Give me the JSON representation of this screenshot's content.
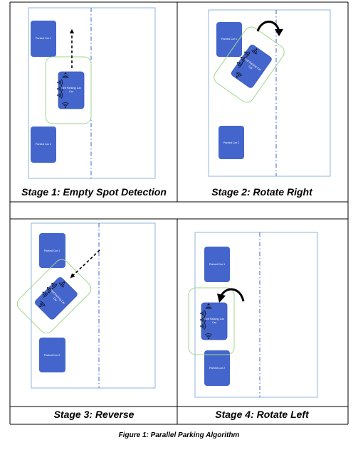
{
  "colors": {
    "car": "#4466cc",
    "car_border": "#3a5bbd",
    "lot_border": "#8fb4e0",
    "center_line": "#3a66cc",
    "detect_zone": "#9fd78a",
    "sensor": "#000000",
    "table_border": "#000000"
  },
  "stages": [
    {
      "label": "Stage 1: Empty Spot Detection",
      "parked_cars": [
        "Parked Car 1",
        "Parked Car 2"
      ],
      "self_car": "Self Parking Car",
      "arrow": "dashed-forward"
    },
    {
      "label": "Stage 2: Rotate Right",
      "parked_cars": [
        "Parked Car 1",
        "Parked Car 2"
      ],
      "self_car": "Self Parking Car",
      "arrow": "curved-right"
    },
    {
      "label": "Stage 3: Reverse",
      "parked_cars": [
        "Parked Car 1",
        "Parked Car 2"
      ],
      "self_car": "Self Parking Car",
      "arrow": "dashed-reverse"
    },
    {
      "label": "Stage 4: Rotate Left",
      "parked_cars": [
        "Parked Car 1",
        "Parked Car 2"
      ],
      "self_car": "Self Parking Car",
      "arrow": "curved-left"
    }
  ],
  "caption": "Figure 1: Parallel Parking Algorithm"
}
